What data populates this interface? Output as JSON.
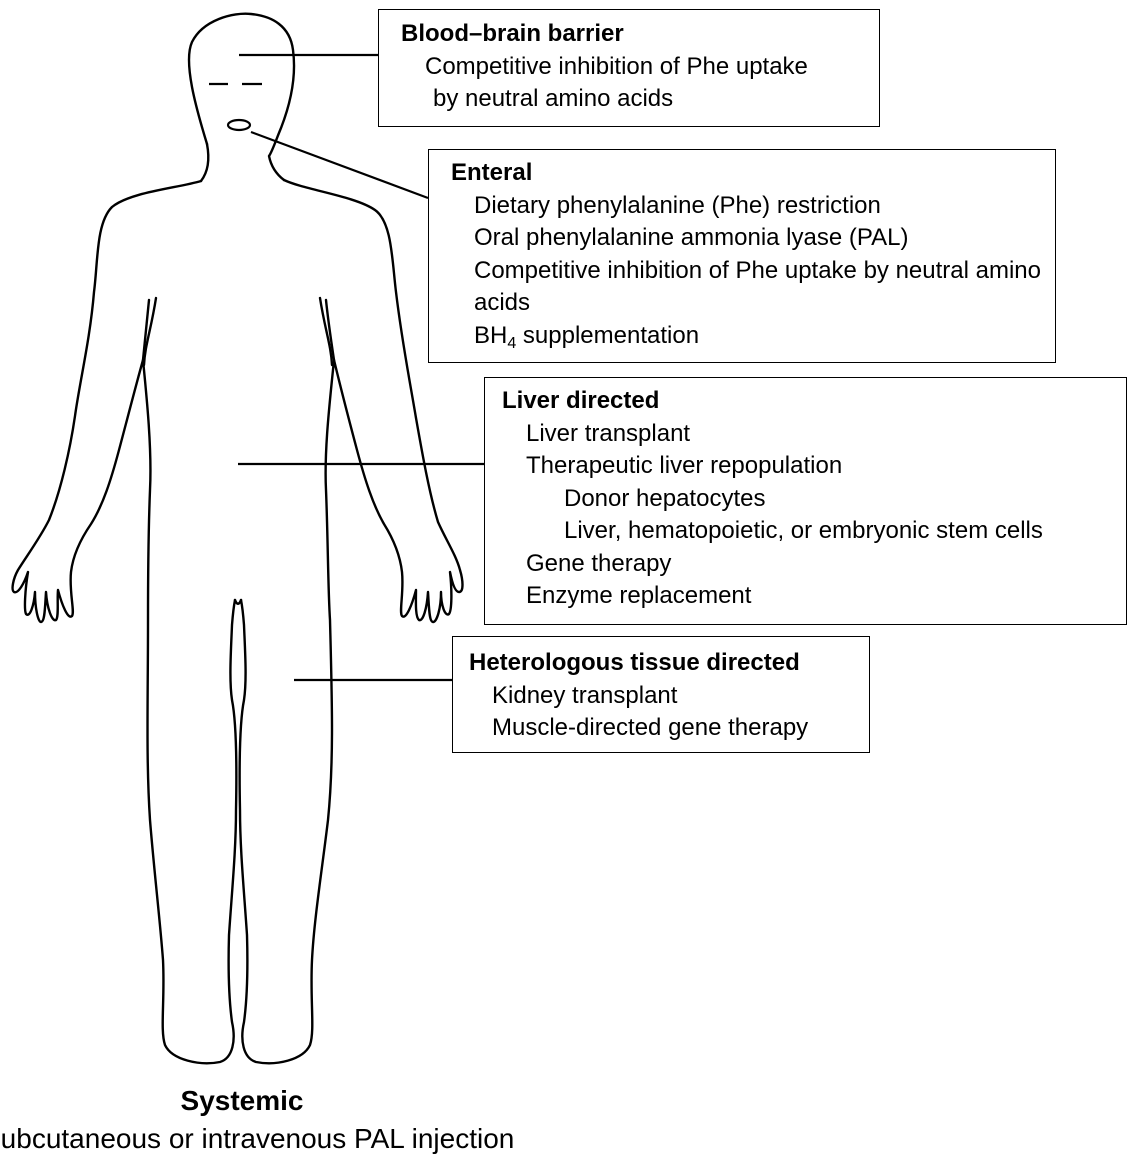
{
  "boxes": {
    "blood_brain_barrier": {
      "title": "Blood–brain barrier",
      "line1": "Competitive inhibition of Phe uptake",
      "line2": "by neutral amino acids"
    },
    "enteral": {
      "title": "Enteral",
      "items": [
        "Dietary phenylalanine (Phe) restriction",
        "Oral phenylalanine ammonia lyase (PAL)",
        "Competitive inhibition of Phe uptake by neutral amino acids"
      ],
      "bh4_prefix": "BH",
      "bh4_subscript": "4",
      "bh4_suffix": " supplementation"
    },
    "liver_directed": {
      "title": "Liver directed",
      "items": [
        "Liver transplant",
        "Therapeutic liver repopulation",
        "Donor hepatocytes",
        "Liver, hematopoietic, or embryonic stem cells",
        "Gene therapy",
        "Enzyme replacement"
      ]
    },
    "heterologous": {
      "title": "Heterologous tissue directed",
      "items": [
        "Kidney transplant",
        "Muscle-directed gene therapy"
      ]
    }
  },
  "systemic": {
    "title": "Systemic",
    "item": "Subcutaneous or intravenous PAL injection"
  }
}
